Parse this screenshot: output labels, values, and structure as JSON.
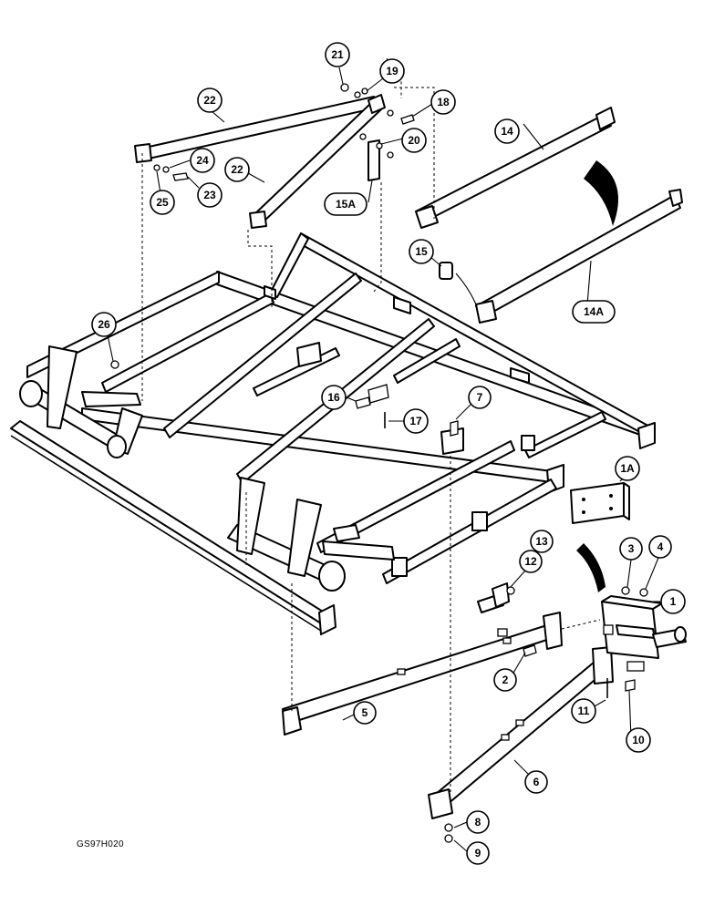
{
  "drawing_code": "GS97H020",
  "callouts": {
    "c1": "1",
    "c1A": "1A",
    "c2": "2",
    "c3": "3",
    "c4": "4",
    "c5": "5",
    "c6": "6",
    "c7": "7",
    "c8": "8",
    "c9": "9",
    "c10": "10",
    "c11": "11",
    "c12": "12",
    "c13": "13",
    "c14": "14",
    "c14A": "14A",
    "c15": "15",
    "c15A": "15A",
    "c16": "16",
    "c17": "17",
    "c18": "18",
    "c19": "19",
    "c20": "20",
    "c21": "21",
    "c22a": "22",
    "c22b": "22",
    "c23": "23",
    "c24": "24",
    "c25": "25",
    "c26": "26"
  }
}
